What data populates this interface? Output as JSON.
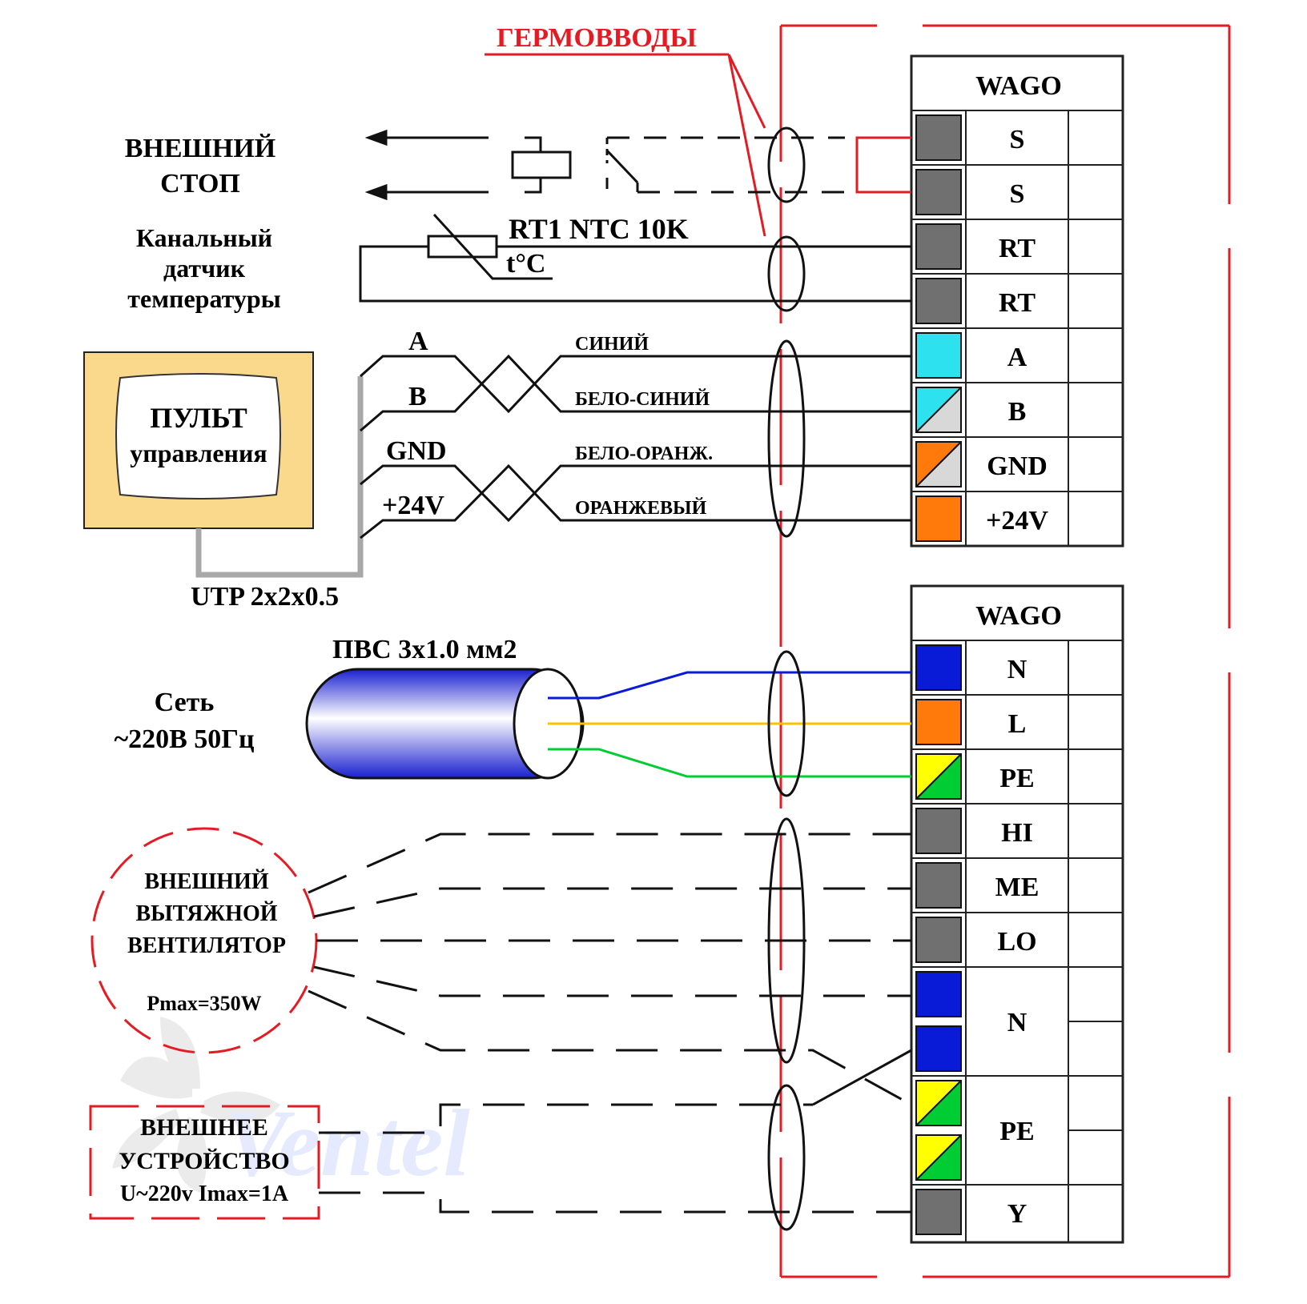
{
  "title": "ГЕРМОВВОДЫ",
  "colors": {
    "red": "#e51b24",
    "gray_terminal": "#707070",
    "cyan": "#2de2ee",
    "orange": "#ff7a0a",
    "blue": "#0a1bd8",
    "yellow": "#ffff00",
    "green": "#00cc33",
    "wire_yellow": "#ffc000",
    "panel_outer": "#fbd98c",
    "cable_gray": "#a8a8a8"
  },
  "labels": {
    "ext_stop_1": "ВНЕШНИЙ",
    "ext_stop_2": "СТОП",
    "temp_1": "Канальный",
    "temp_2": "датчик",
    "temp_3": "температуры",
    "sensor": "RT1 NTC 10K",
    "sensor_unit": "t°C",
    "panel_1": "ПУЛЬТ",
    "panel_2": "управления",
    "utp": "UTP 2x2x0.5",
    "pvs": "ПВС 3x1.0 мм2",
    "mains_1": "Сеть",
    "mains_2": "~220В 50Гц",
    "fan_1": "ВНЕШНИЙ",
    "fan_2": "ВЫТЯЖНОЙ",
    "fan_3": "ВЕНТИЛЯТОР",
    "fan_4": "Pmax=350W",
    "dev_1": "ВНЕШНЕЕ",
    "dev_2": "УСТРОЙСТВО",
    "dev_3": "U~220v Imax=1A",
    "watermark": "Ventel"
  },
  "signals": {
    "a": "A",
    "b": "B",
    "gnd": "GND",
    "v24": "+24V",
    "wire_a": "СИНИЙ",
    "wire_b": "БЕЛО-СИНИЙ",
    "wire_gnd": "БЕЛО-ОРАНЖ.",
    "wire_24": "ОРАНЖЕВЫЙ"
  },
  "block1": {
    "header": "WAGO",
    "terminals": [
      "S",
      "S",
      "RT",
      "RT",
      "A",
      "B",
      "GND",
      "+24V"
    ]
  },
  "block2": {
    "header": "WAGO",
    "terminals": [
      "N",
      "L",
      "PE",
      "HI",
      "ME",
      "LO",
      "N",
      "PE",
      "Y"
    ]
  }
}
